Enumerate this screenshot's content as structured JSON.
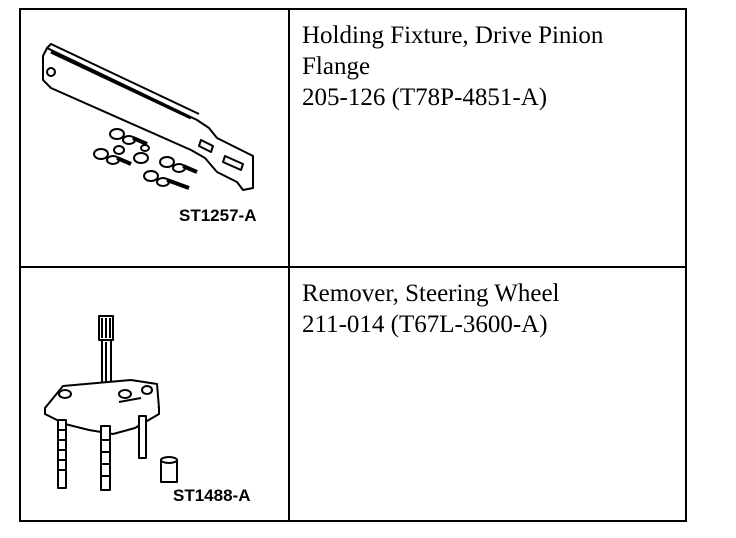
{
  "tools": [
    {
      "figure_id": "ST1257-A",
      "icon": "holding-fixture-illustration",
      "name_line1": "Holding Fixture, Drive Pinion",
      "name_line2": "Flange",
      "number": "205-126 (T78P-4851-A)"
    },
    {
      "figure_id": "ST1488-A",
      "icon": "steering-wheel-remover-illustration",
      "name_line1": "Remover, Steering Wheel",
      "number": "211-014 (T67L-3600-A)"
    }
  ]
}
